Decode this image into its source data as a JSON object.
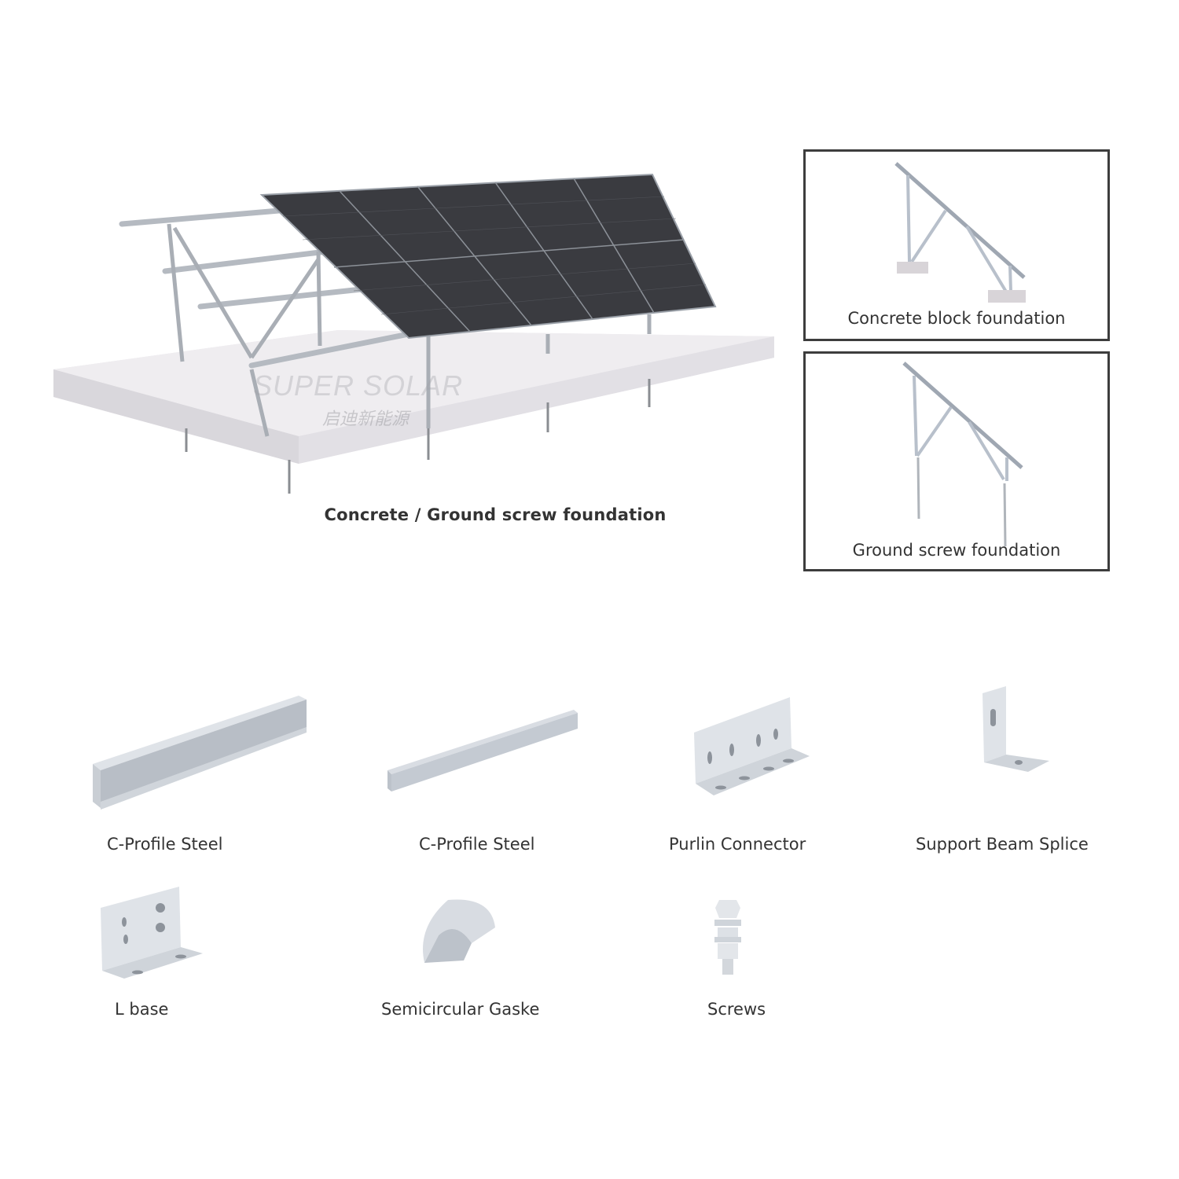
{
  "main_illustration": {
    "caption": "Concrete / Ground screw foundation",
    "watermark_brand": "SUPER SOLAR",
    "watermark_sub": "启迪新能源"
  },
  "insets": [
    {
      "caption": "Concrete block foundation"
    },
    {
      "caption": "Ground screw foundation"
    }
  ],
  "parts": [
    {
      "label": "C-Profile Steel"
    },
    {
      "label": "C-Profile Steel"
    },
    {
      "label": "Purlin Connector"
    },
    {
      "label": "Support Beam Splice"
    },
    {
      "label": "L base"
    },
    {
      "label": "Semicircular Gaske"
    },
    {
      "label": "Screws"
    }
  ],
  "colors": {
    "panel": "#3a3b40",
    "steel": "#c9ced4",
    "slab": "#e6e4e8",
    "border": "#3d3d3d"
  }
}
